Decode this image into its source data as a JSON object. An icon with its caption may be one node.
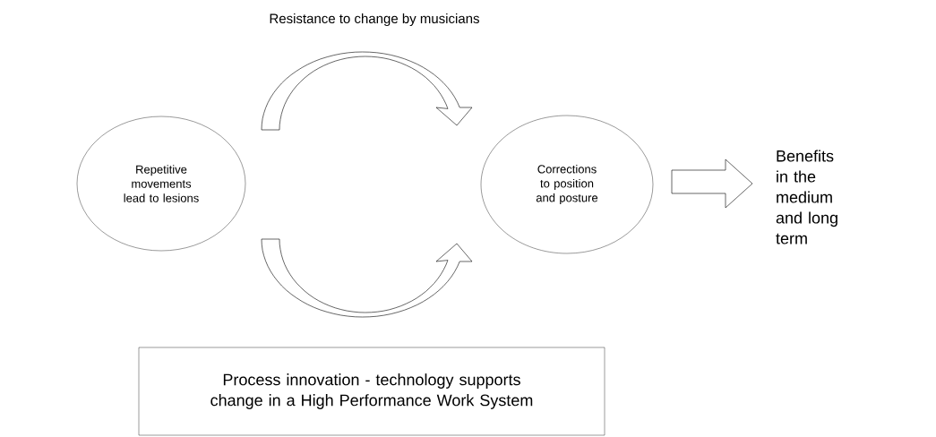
{
  "diagram": {
    "nodes": [
      {
        "text": [
          "Repetitive movements lead to lesions"
        ]
      },
      {
        "text": [
          "Corrections to position and posture"
        ]
      },
      {
        "text": [
          "Benefits in the medium and long term"
        ]
      },
      {
        "text": [
          "Process innovation - technology supports change in a High Performance Work System"
        ]
      }
    ],
    "edges": [
      {
        "from": 0,
        "to": 1,
        "arrow": "to"
      },
      {
        "from": 0,
        "to": 1,
        "arrow": "to"
      },
      {
        "from": 1,
        "to": 2,
        "arrow": "to"
      }
    ],
    "labels": [
      "Resistance to change by musicians"
    ]
  }
}
